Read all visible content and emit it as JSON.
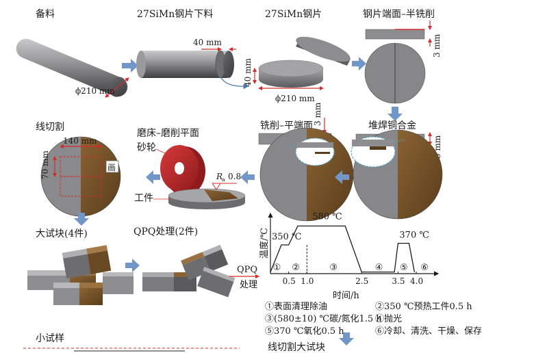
{
  "labels": {
    "bar_stock": "备料",
    "sheet_cutting": "27SiMn钢片下料",
    "sheet": "27SiMn钢片",
    "end_half_mill": "钢片端面–半铣削",
    "mill_flat": "铣削–平端面",
    "overlay_copper": "堆焊铜合金",
    "grinder": "磨床–磨削平面",
    "wheel": "砂轮",
    "workpiece": "工件",
    "roughness_symbol": "R",
    "roughness_sub": "a",
    "roughness_value": "0.8",
    "wire_cut": "线切割",
    "big_sample": "大试块(4件)",
    "qpq_two": "QPQ处理(2件)",
    "qpq_arrow_1": "QPQ",
    "qpq_arrow_2": "处理",
    "small_sample": "小试样",
    "wire_cut_big": "线切割大试块",
    "icon_text": "画"
  },
  "dims": {
    "phi210_bar": "ϕ210 mm",
    "len40": "40 mm",
    "thick40": "40 mm",
    "phi210_sheet": "ϕ210 mm",
    "mill3": "3 mm",
    "mill3b": "3 mm",
    "weld5": "5 mm",
    "cut140": "140 mm",
    "cut70": "70 mm"
  },
  "chart_data": {
    "type": "line",
    "xlabel": "时间/h",
    "ylabel": "温度/℃",
    "x_ticks": [
      "0.5",
      "1.0",
      "2.5",
      "3.5",
      "4.0"
    ],
    "annotations": [
      "350 ℃",
      "580 ℃",
      "370 ℃"
    ],
    "series": [
      {
        "points": [
          {
            "x": 0.0,
            "y": 20
          },
          {
            "x": 0.3,
            "y": 350
          },
          {
            "x": 0.5,
            "y": 350
          },
          {
            "x": 0.75,
            "y": 580
          },
          {
            "x": 2.05,
            "y": 580
          },
          {
            "x": 2.5,
            "y": 20
          },
          {
            "x": 3.4,
            "y": 20
          },
          {
            "x": 3.5,
            "y": 370
          },
          {
            "x": 3.8,
            "y": 370
          },
          {
            "x": 3.95,
            "y": 20
          }
        ]
      }
    ],
    "stage_markers": [
      "①",
      "②",
      "③",
      "④",
      "⑤",
      "⑥"
    ],
    "xlim": [
      0,
      4.6
    ],
    "ylim": [
      0,
      700
    ]
  },
  "legend": {
    "s1": "①表面清理除油",
    "s2": "②350 ℃预热工件0.5 h",
    "s3": "③(580±10) ℃碳/氮化1.5 h",
    "s4": "④抛光",
    "s5": "⑤370 ℃氧化0.5 h",
    "s6": "⑥冷却、清洗、干燥、保存"
  },
  "colors": {
    "steel": "#8a8a8c",
    "copper": "#6b4a26",
    "wheel_red": "#c0282b",
    "arrow_blue": "#7296c7",
    "dim_red": "#d52a2a",
    "dash_blue": "#4aa3c7"
  }
}
